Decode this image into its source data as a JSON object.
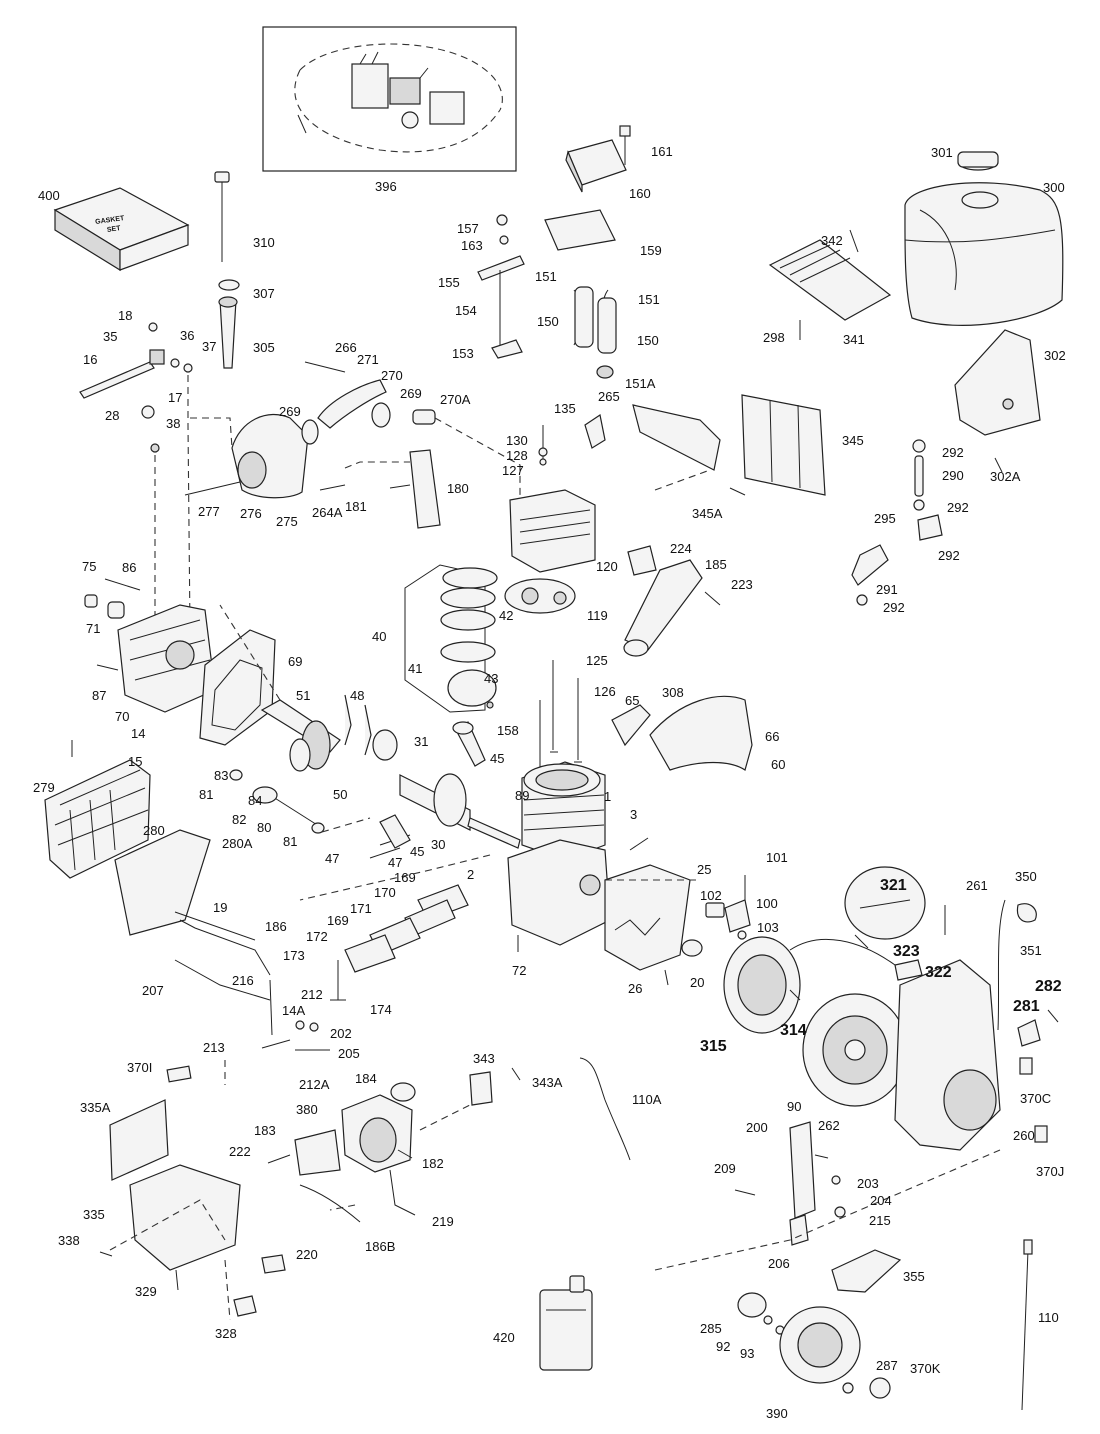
{
  "diagram": {
    "gasket_set_text": [
      "GASKET",
      "SET"
    ],
    "labels": {
      "l396": "396",
      "l400": "400",
      "l310": "310",
      "l307": "307",
      "l305": "305",
      "l18": "18",
      "l35": "35",
      "l36": "36",
      "l37": "37",
      "l16": "16",
      "l17": "17",
      "l28": "28",
      "l38": "38",
      "l266": "266",
      "l271": "271",
      "l270": "270",
      "l269a": "269",
      "l269b": "269",
      "l270A": "270A",
      "l277": "277",
      "l276": "276",
      "l275": "275",
      "l264A": "264A",
      "l181": "181",
      "l180": "180",
      "l161": "161",
      "l160": "160",
      "l157": "157",
      "l163": "163",
      "l159": "159",
      "l155": "155",
      "l151a": "151",
      "l151b": "151",
      "l154": "154",
      "l150a": "150",
      "l150b": "150",
      "l153": "153",
      "l151A": "151A",
      "l135": "135",
      "l265": "265",
      "l130": "130",
      "l128": "128",
      "l127": "127",
      "l301": "301",
      "l300": "300",
      "l342": "342",
      "l298": "298",
      "l341": "341",
      "l302": "302",
      "l345": "345",
      "l345A": "345A",
      "l292a": "292",
      "l290": "290",
      "l302A": "302A",
      "l292b": "292",
      "l295": "295",
      "l292c": "292",
      "l291": "291",
      "l292d": "292",
      "l75": "75",
      "l86": "86",
      "l71": "71",
      "l87": "87",
      "l70": "70",
      "l69": "69",
      "l51": "51",
      "l14": "14",
      "l15": "15",
      "l279": "279",
      "l280": "280",
      "l280A": "280A",
      "l40": "40",
      "l42": "42",
      "l41": "41",
      "l43": "43",
      "l48": "48",
      "l31": "31",
      "l45a": "45",
      "l120": "120",
      "l224": "224",
      "l185": "185",
      "l223": "223",
      "l119": "119",
      "l125": "125",
      "l126": "126",
      "l158": "158",
      "l65": "65",
      "l308": "308",
      "l66": "66",
      "l60": "60",
      "l83": "83",
      "l81a": "81",
      "l84": "84",
      "l82": "82",
      "l80": "80",
      "l81b": "81",
      "l50": "50",
      "l89": "89",
      "l1": "1",
      "l3": "3",
      "l47a": "47",
      "l47b": "47",
      "l45b": "45",
      "l30": "30",
      "l2": "2",
      "l25": "25",
      "l101": "101",
      "l102": "102",
      "l100": "100",
      "l103": "103",
      "l19": "19",
      "l186": "186",
      "l169a": "169",
      "l170": "170",
      "l169b": "169",
      "l171": "171",
      "l172": "172",
      "l173": "173",
      "l207": "207",
      "l216": "216",
      "l212": "212",
      "l174": "174",
      "l14A": "14A",
      "l213": "213",
      "l202": "202",
      "l205": "205",
      "l72": "72",
      "l26": "26",
      "l20": "20",
      "l321": "321",
      "l261": "261",
      "l350": "350",
      "l323": "323",
      "l322": "322",
      "l351": "351",
      "l315": "315",
      "l314": "314",
      "l282": "282",
      "l281": "281",
      "l90": "90",
      "l370C": "370C",
      "l260": "260",
      "l370J": "370J",
      "l262": "262",
      "l200": "200",
      "l209": "209",
      "l203": "203",
      "l204": "204",
      "l215": "215",
      "l206": "206",
      "l355": "355",
      "l110": "110",
      "l370I": "370I",
      "l335A": "335A",
      "l212A": "212A",
      "l184": "184",
      "l380": "380",
      "l343": "343",
      "l343A": "343A",
      "l110A": "110A",
      "l183": "183",
      "l222": "222",
      "l182": "182",
      "l219": "219",
      "l186B": "186B",
      "l335": "335",
      "l338": "338",
      "l220": "220",
      "l329": "329",
      "l328": "328",
      "l420": "420",
      "l285": "285",
      "l92": "92",
      "l93": "93",
      "l287": "287",
      "l370K": "370K",
      "l390": "390"
    }
  }
}
